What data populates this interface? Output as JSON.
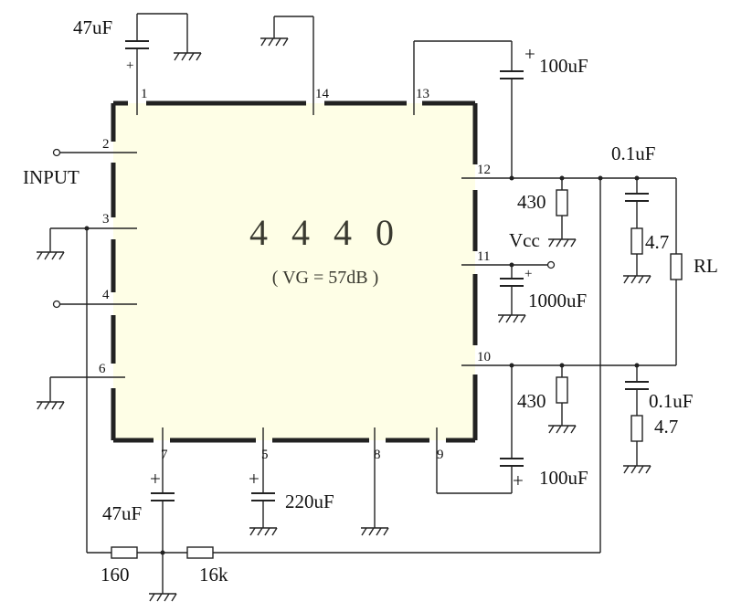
{
  "chip": {
    "part_number": "4 4 4 0",
    "gain_note": "( VG = 57dB )",
    "body_color": "#fefee6"
  },
  "pins": {
    "p1": "1",
    "p2": "2",
    "p3": "3",
    "p4": "4",
    "p5": "5",
    "p6": "6",
    "p7": "7",
    "p8": "8",
    "p9": "9",
    "p10": "10",
    "p11": "11",
    "p12": "12",
    "p13": "13",
    "p14": "14"
  },
  "labels": {
    "input": "INPUT",
    "vcc": "Vcc",
    "rl": "RL",
    "c_pin1": "47uF",
    "c_pin13": "100uF",
    "c_out_top": "0.1uF",
    "c_vcc": "1000uF",
    "c_out_bottom": "0.1uF",
    "c_pin9": "100uF",
    "c_pin7": "47uF",
    "c_pin5": "220uF",
    "r_top": "430",
    "r_bottom": "430",
    "r_zobel_top": "4.7",
    "r_zobel_bottom": "4.7",
    "r_160": "160",
    "r_16k": "16k",
    "plus": "+"
  }
}
